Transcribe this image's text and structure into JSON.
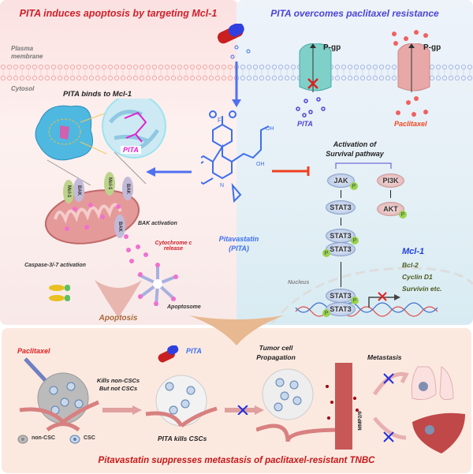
{
  "left_panel": {
    "title": "PITA induces apoptosis by targeting Mcl-1",
    "plasma_membrane": "Plasma membrane",
    "cytosol": "Cytosol",
    "binds_title": "PITA binds to Mcl-1",
    "pita_label": "PITA",
    "mcl1": "Mcl-1",
    "bak": "BAK",
    "bak_activation": "BAK activation",
    "cytochrome": "Cytochrome c release",
    "caspase": "Caspase-3/-7 activation",
    "apoptosome": "Apoptosome",
    "apoptosis": "Apoptosis"
  },
  "center": {
    "drug_name": "Pitavastatin",
    "drug_abbr": "(PITA)",
    "oh": "OH",
    "f": "F",
    "n": "N"
  },
  "right_panel": {
    "title": "PITA overcomes paclitaxel resistance",
    "pgp": "P-gp",
    "pita": "PITA",
    "paclitaxel": "Paclitaxel",
    "survival_title": "Activation of Survival pathway",
    "jak": "JAK",
    "pi3k": "PI3K",
    "stat3": "STAT3",
    "akt": "AKT",
    "p": "P",
    "nucleus": "Nucleus",
    "genes": [
      "Mcl-1",
      "Bcl-2",
      "Cyclin D1",
      "Survivin etc."
    ]
  },
  "bottom_panel": {
    "paclitaxel": "Paclitaxel",
    "kills_line1": "Kills non-CSCs",
    "kills_line2": "But not CSCs",
    "pita": "PITA",
    "pita_kills": "PITA kills CSCs",
    "legend_noncsc": "non-CSC",
    "legend_csc": "CSC",
    "propagation_line1": "Tumor cell",
    "propagation_line2": "Propagation",
    "metastasis": "Metastasis",
    "mmp": "MMP2/9",
    "title": "Pitavastatin suppresses metastasis of paclitaxel-resistant TNBC"
  },
  "colors": {
    "red_title": "#d0202a",
    "blue_title": "#4a46d6",
    "pita_blue": "#3d6ff0",
    "magenta": "#e020d0"
  }
}
